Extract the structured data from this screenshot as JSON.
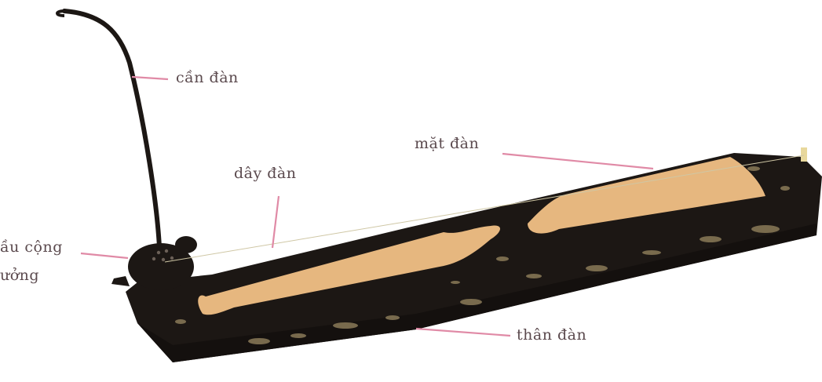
{
  "diagram": {
    "labels": {
      "can_dan": "cần đàn",
      "mat_dan": "mặt đàn",
      "day_dan": "dây đàn",
      "bau_cong_huong_line1": "ầu cộng",
      "bau_cong_huong_line2": "ưởng",
      "than_dan": "thân đàn"
    },
    "colors": {
      "body": "#1c1714",
      "soundboard": "#e6b77f",
      "leader_line": "#e08aa6",
      "label_text": "#5b4a4e",
      "decoration": "#8a7a58"
    }
  }
}
